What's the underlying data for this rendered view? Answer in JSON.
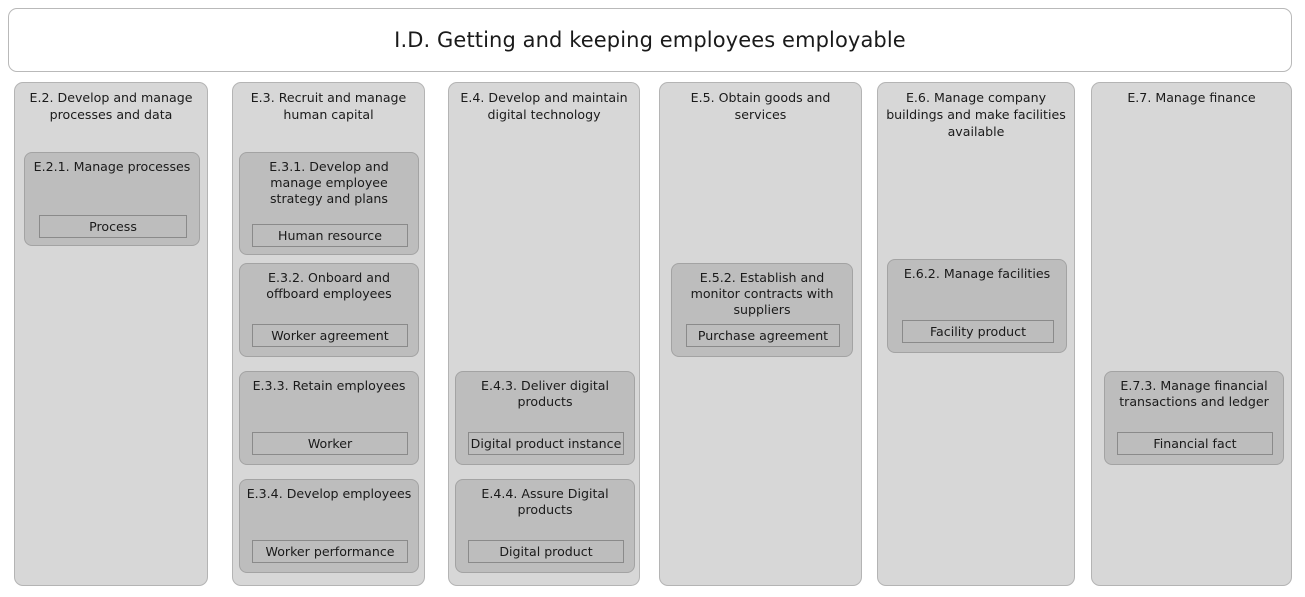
{
  "header": {
    "title": "I.D. Getting and keeping employees employable"
  },
  "colors": {
    "page_background": "#ffffff",
    "header_background": "#ffffff",
    "header_border": "#b9b9b9",
    "column_background": "#d7d7d7",
    "column_border": "#b4b4b4",
    "card_background": "#bdbdbd",
    "card_border": "#a3a3a3",
    "entity_border": "#8a8a8a",
    "text": "#1a1a1a"
  },
  "columns": [
    {
      "id": "E.2",
      "title": "E.2. Develop and manage processes and data",
      "cards": [
        {
          "id": "E.2.1",
          "title": "E.2.1. Manage processes",
          "entity": "Process"
        }
      ]
    },
    {
      "id": "E.3",
      "title": "E.3. Recruit and manage human capital",
      "cards": [
        {
          "id": "E.3.1",
          "title": "E.3.1. Develop and manage employee strategy and plans",
          "entity": "Human resource"
        },
        {
          "id": "E.3.2",
          "title": "E.3.2. Onboard and offboard employees",
          "entity": "Worker agreement"
        },
        {
          "id": "E.3.3",
          "title": "E.3.3. Retain employees",
          "entity": "Worker"
        },
        {
          "id": "E.3.4",
          "title": "E.3.4. Develop employees",
          "entity": "Worker performance"
        }
      ]
    },
    {
      "id": "E.4",
      "title": "E.4. Develop and maintain digital technology",
      "cards": [
        {
          "id": "E.4.3",
          "title": "E.4.3. Deliver digital products",
          "entity": "Digital product instance"
        },
        {
          "id": "E.4.4",
          "title": "E.4.4. Assure Digital products",
          "entity": "Digital product"
        }
      ]
    },
    {
      "id": "E.5",
      "title": "E.5. Obtain goods and services",
      "cards": [
        {
          "id": "E.5.2",
          "title": "E.5.2. Establish and monitor contracts with suppliers",
          "entity": "Purchase agreement"
        }
      ]
    },
    {
      "id": "E.6",
      "title": "E.6. Manage company buildings and make facilities available",
      "cards": [
        {
          "id": "E.6.2",
          "title": "E.6.2. Manage facilities",
          "entity": "Facility product"
        }
      ]
    },
    {
      "id": "E.7",
      "title": "E.7. Manage finance",
      "cards": [
        {
          "id": "E.7.3",
          "title": "E.7.3. Manage financial transactions and ledger",
          "entity": "Financial fact"
        }
      ]
    }
  ]
}
